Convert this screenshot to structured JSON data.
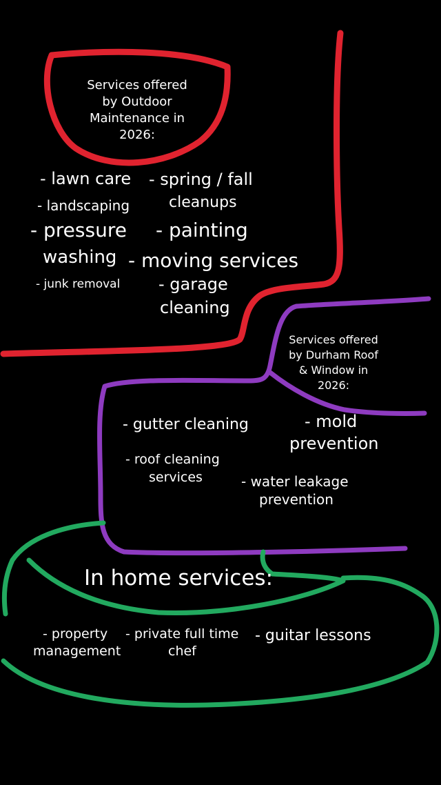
{
  "colors": {
    "background": "#000000",
    "text": "#ffffff",
    "outdoor_stroke": "#e0232f",
    "durham_stroke": "#8e3bc0",
    "home_stroke": "#22a95f"
  },
  "outdoor": {
    "heading_lines": [
      "Services offered",
      "by Outdoor",
      "Maintenance in",
      "2026:"
    ],
    "items": {
      "lawn_care": "- lawn care",
      "spring_fall_1": "- spring / fall",
      "spring_fall_2": "cleanups",
      "landscaping": "- landscaping",
      "pressure_1": "- pressure",
      "pressure_2": "washing",
      "painting": "- painting",
      "moving": "- moving services",
      "junk": "- junk removal",
      "garage_1": "- garage",
      "garage_2": "cleaning"
    }
  },
  "durham": {
    "heading_lines": [
      "Services offered",
      "by Durham Roof",
      "& Window in",
      "2026:"
    ],
    "items": {
      "gutter": "- gutter cleaning",
      "mold_1": "- mold",
      "mold_2": "prevention",
      "roof_1": "- roof cleaning",
      "roof_2": "services",
      "water_1": "- water leakage",
      "water_2": "prevention"
    }
  },
  "home": {
    "heading": "In home services:",
    "items": {
      "property_1": "- property",
      "property_2": "management",
      "chef_1": "- private full time",
      "chef_2": "chef",
      "guitar": "- guitar lessons"
    }
  }
}
